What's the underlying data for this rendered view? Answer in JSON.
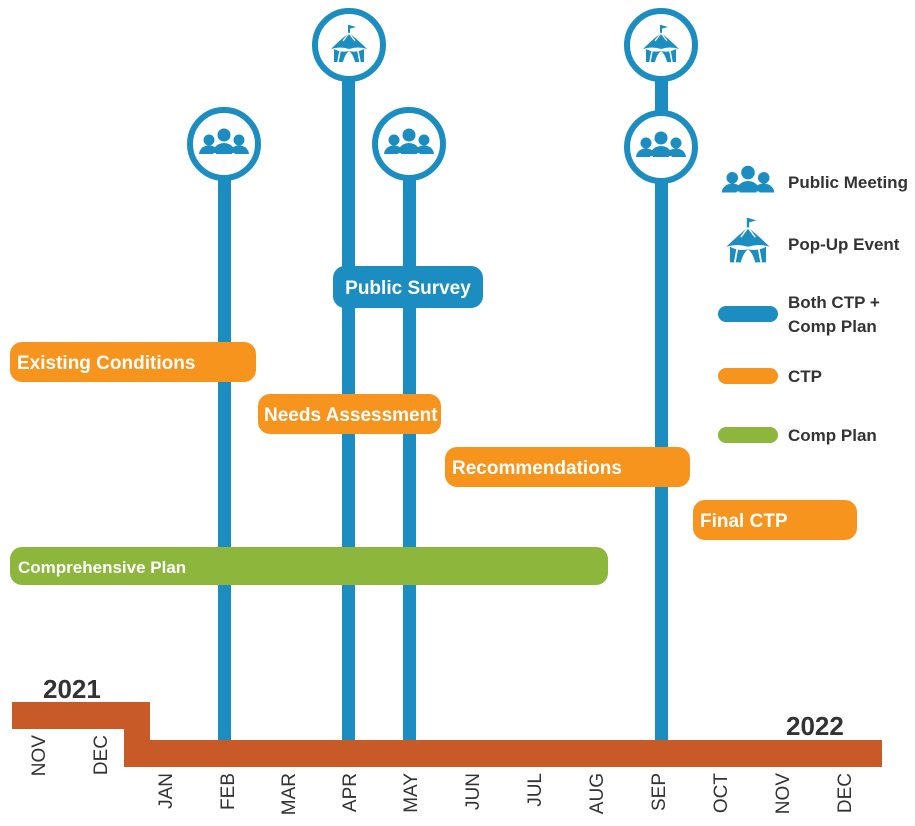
{
  "colors": {
    "both": "#1b8dc1",
    "ctp": "#f7941d",
    "comp_plan": "#8cb63c",
    "timeline": "#c85a28",
    "text_dark": "#333333"
  },
  "years": {
    "start": "2021",
    "end": "2022"
  },
  "months": [
    "NOV",
    "DEC",
    "JAN",
    "FEB",
    "MAR",
    "APR",
    "MAY",
    "JUN",
    "JUL",
    "AUG",
    "SEP",
    "OCT",
    "NOV",
    "DEC"
  ],
  "phases": {
    "existing": "Existing Conditions",
    "needs": "Needs Assessment",
    "recommendations": "Recommendations",
    "final": "Final CTP",
    "comprehensive": "Comprehensive Plan",
    "survey": "Public Survey"
  },
  "events": [
    {
      "month": "FEB",
      "icons": [
        "public-meeting-icon"
      ]
    },
    {
      "month": "APR",
      "icons": [
        "pop-up-event-icon"
      ]
    },
    {
      "month": "MAY",
      "icons": [
        "public-meeting-icon"
      ]
    },
    {
      "month": "SEP",
      "icons": [
        "public-meeting-icon",
        "pop-up-event-icon"
      ]
    }
  ],
  "legend": {
    "public_meeting": "Public Meeting",
    "popup_event": "Pop-Up Event",
    "both_line1": "Both CTP +",
    "both_line2": "Comp Plan",
    "ctp": "CTP",
    "comp_plan": "Comp Plan"
  }
}
